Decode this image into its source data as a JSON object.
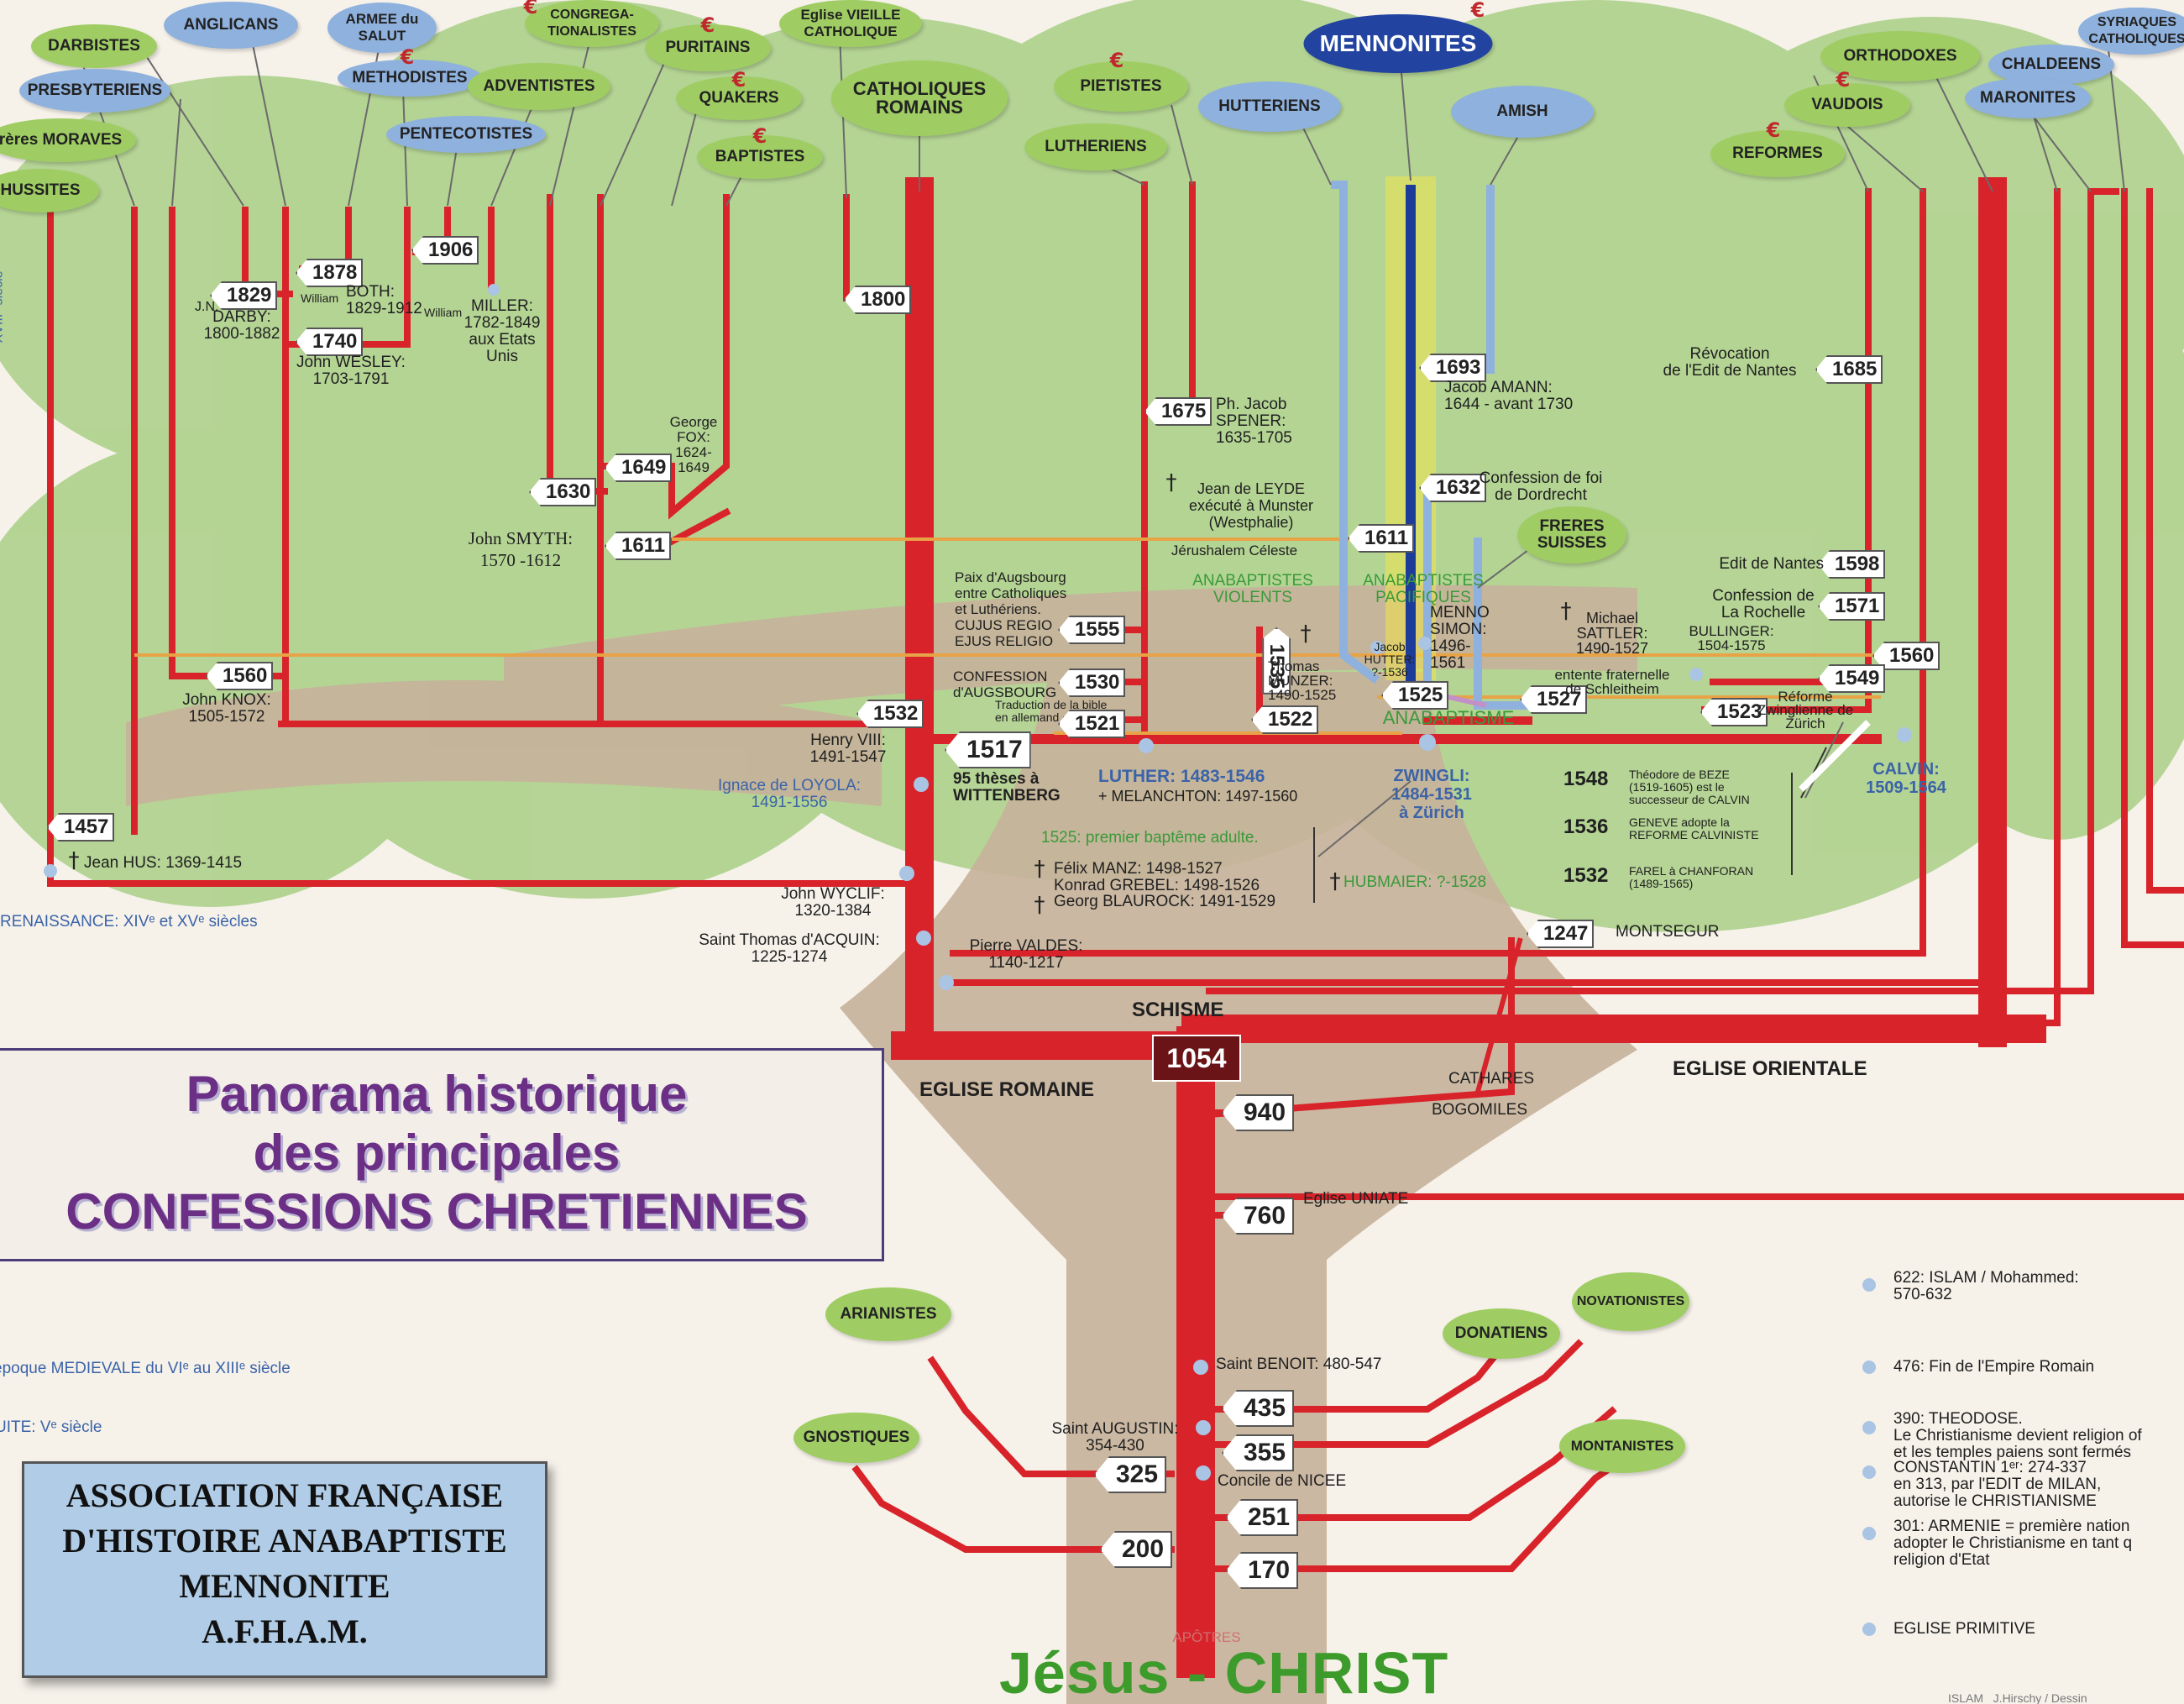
{
  "title": {
    "line1": "Panorama historique",
    "line2": "des principales",
    "line3": "CONFESSIONS CHRETIENNES"
  },
  "association": {
    "line1": "ASSOCIATION FRANÇAISE",
    "line2": "D'HISTOIRE ANABAPTISTE",
    "line3": "MENNONITE",
    "line4": "A.F.H.A.M."
  },
  "root": {
    "jesus": "Jésus - CHRIST",
    "apotres": "APÔTRES"
  },
  "colors": {
    "trunk_red": "#d8232a",
    "leaf_green": "#9fcd63",
    "bubble_blue": "#8fb1de",
    "mennonite_blue": "#2244a0",
    "title_purple": "#6b2f86"
  },
  "bubbles": [
    {
      "name": "darbistes",
      "text": "DARBISTES",
      "style": "g"
    },
    {
      "name": "anglicans",
      "text": "ANGLICANS",
      "style": "g"
    },
    {
      "name": "armee-du-salut",
      "text": "ARMEE du\nSALUT",
      "style": "b"
    },
    {
      "name": "congregationalistes",
      "text": "CONGREGA-\nTIONALISTES",
      "style": "g"
    },
    {
      "name": "puritains",
      "text": "PURITAINS",
      "style": "g"
    },
    {
      "name": "eglise-vieille-catholique",
      "text": "Eglise VIEILLE\nCATHOLIQUE",
      "style": "g"
    },
    {
      "name": "presbyteriens",
      "text": "PRESBYTERIENS",
      "style": "b"
    },
    {
      "name": "methodistes",
      "text": "METHODISTES",
      "style": "b"
    },
    {
      "name": "adventistes",
      "text": "ADVENTISTES",
      "style": "g"
    },
    {
      "name": "quakers",
      "text": "QUAKERS",
      "style": "g"
    },
    {
      "name": "catholiques-romains",
      "text": "CATHOLIQUES\nROMAINS",
      "style": "g"
    },
    {
      "name": "freres-moraves",
      "text": "rères MORAVES",
      "style": "g"
    },
    {
      "name": "pentecotistes",
      "text": "PENTECOTISTES",
      "style": "b"
    },
    {
      "name": "baptistes",
      "text": "BAPTISTES",
      "style": "g"
    },
    {
      "name": "hussites",
      "text": "HUSSITES",
      "style": "g"
    },
    {
      "name": "pietistes",
      "text": "PIETISTES",
      "style": "g"
    },
    {
      "name": "lutheriens",
      "text": "LUTHERIENS",
      "style": "g"
    },
    {
      "name": "hutteriens",
      "text": "HUTTERIENS",
      "style": "b"
    },
    {
      "name": "mennonites",
      "text": "MENNONITES",
      "style": "dk"
    },
    {
      "name": "amish",
      "text": "AMISH",
      "style": "b"
    },
    {
      "name": "orthodoxes",
      "text": "ORTHODOXES",
      "style": "g"
    },
    {
      "name": "vaudois",
      "text": "VAUDOIS",
      "style": "g"
    },
    {
      "name": "reformes",
      "text": "REFORMES",
      "style": "g"
    },
    {
      "name": "chaldeens",
      "text": "CHALDEENS",
      "style": "b"
    },
    {
      "name": "maronites",
      "text": "MARONITES",
      "style": "b"
    },
    {
      "name": "syriaques-catholiques",
      "text": "SYRIAQUES\nCATHOLIQUES",
      "style": "b"
    },
    {
      "name": "freres-suisses",
      "text": "FRERES\nSUISSES",
      "style": "g"
    },
    {
      "name": "arianistes",
      "text": "ARIANISTES",
      "style": "g"
    },
    {
      "name": "gnostiques",
      "text": "GNOSTIQUES",
      "style": "g"
    },
    {
      "name": "donatiens",
      "text": "DONATIENS",
      "style": "g"
    },
    {
      "name": "novationistes",
      "text": "NOVATIONISTES",
      "style": "g"
    },
    {
      "name": "montanistes",
      "text": "MONTANISTES",
      "style": "g"
    }
  ],
  "dates": {
    "d1878": "1878",
    "d1906": "1906",
    "d1829": "1829",
    "d1740": "1740",
    "d1800": "1800",
    "d1693": "1693",
    "d1685": "1685",
    "d1675": "1675",
    "d1632": "1632",
    "d1630": "1630",
    "d1649": "1649",
    "d1611a": "1611",
    "d1611b": "1611",
    "d1598": "1598",
    "d1571": "1571",
    "d1555": "1555",
    "d1535": "1535",
    "d1560a": "1560",
    "d1560b": "1560",
    "d1530": "1530",
    "d1525": "1525",
    "d1527": "1527",
    "d1549": "1549",
    "d1532": "1532",
    "d1522": "1522",
    "d1523": "1523",
    "d1521": "1521",
    "d1517": "1517",
    "d1457": "1457",
    "d1247": "1247",
    "d1054": "1054",
    "d940": "940",
    "d760": "760",
    "d435": "435",
    "d355": "355",
    "d325": "325",
    "d251": "251",
    "d200": "200",
    "d170": "170"
  },
  "labels": {
    "darby_top": "J.N.",
    "darby": "DARBY:\n1800-1882",
    "both_small": "William",
    "both": "BOTH:\n1829-1912",
    "miller_small": "William",
    "miller": "MILLER:\n1782-1849\naux Etats\nUnis",
    "wesley": "John WESLEY:\n1703-1791",
    "fox": "George\nFOX:\n1624-\n1649",
    "smyth": "John SMYTH:\n1570 -1612",
    "knox": "John KNOX:\n1505-1572",
    "hus": "Jean HUS: 1369-1415",
    "renaissance": "RENAISSANCE: XIVᵉ et XVᵉ siècles",
    "modernes": "MODERNES:\nXVIIIᵉ siècle",
    "henry": "Henry VIII:\n1491-1547",
    "loyola": "Ignace de LOYOLA:\n1491-1556",
    "wyclif": "John WYCLIF:\n1320-1384",
    "acquin": "Saint Thomas d'ACQUIN:\n1225-1274",
    "valdes": "Pierre VALDES:\n1140-1217",
    "these": "95 thèses à\nWITTENBERG",
    "augsbourg_paix": "Paix d'Augsbourg\nentre Catholiques\net Luthériens.\nCUJUS REGIO\nEJUS RELIGIO",
    "augsbourg_conf": "CONFESSION\nd'AUGSBOURG",
    "traduction": "Traduction de la bible\nen allemand",
    "luther": "LUTHER: 1483-1546",
    "melanchton": "+ MELANCHTON: 1497-1560",
    "spener": "Ph. Jacob\nSPENER:\n1635-1705",
    "leyde": "Jean de LEYDE\nexécuté à Munster\n(Westphalie)",
    "jerusalem": "Jérushalem Céleste",
    "violents": "ANABAPTISTES\nVIOLENTS",
    "pacifiques": "ANABAPTISTES\nPACIFIQUES",
    "munzer": "Thomas\nMUNZER:\n1490-1525",
    "hutter": "Jacob\nHUTTER:\n?-1536",
    "menno": "MENNO\nSIMON:\n1496-\n1561",
    "amann": "Jacob AMANN:\n1644 - avant 1730",
    "dordrecht": "Confession de foi\nde Dordrecht",
    "revocation": "Révocation\nde l'Edit de Nantes",
    "nantes": "Edit de Nantes",
    "rochelle": "Confession de\nLa Rochelle",
    "sattler": "Michael\nSATTLER:\n1490-1527",
    "bullinger": "BULLINGER:\n1504-1575",
    "schleitheim": "entente fraternelle\nde Schleitheim",
    "reforme_zw": "Réforme\nZwinglienne de\nZürich",
    "anabaptisme": "ANABAPTISME",
    "zwingli": "ZWINGLI:\n1484-1531\nà Zürich",
    "calvin": "CALVIN:\n1509-1564",
    "y1548": "1548",
    "beze": "Théodore de BEZE\n(1519-1605) est le\nsuccesseur de CALVIN",
    "y1536": "1536",
    "geneve": "GENEVE adopte la\nREFORME CALVINISTE",
    "y1532": "1532",
    "farel": "FAREL à CHANFORAN\n(1489-1565)",
    "bapteme": "1525: premier baptême adulte.",
    "manz": "Félix MANZ: 1498-1527",
    "grebel": "Konrad GREBEL: 1498-1526",
    "blaurock": "Georg BLAUROCK: 1491-1529",
    "hubmaier": "HUBMAIER: ?-1528",
    "montsegur": "MONTSEGUR",
    "schisme": "SCHISME",
    "eglise_romaine": "EGLISE ROMAINE",
    "eglise_orientale": "EGLISE ORIENTALE",
    "cathares": "CATHARES",
    "bogomiles": "BOGOMILES",
    "uniate": "Eglise UNIATE",
    "benoit": "Saint BENOIT: 480-547",
    "augustin": "Saint AUGUSTIN:\n354-430",
    "nicee": "Concile de NICEE",
    "medievale": "époque MEDIEVALE du VIᵉ au XIIIᵉ siècle",
    "antiquite": "Fin de l'ANTIQUITE: Vᵉ siècle",
    "islam": "622: ISLAM / Mohammed:\n570-632",
    "empire": "476: Fin de l'Empire Romain",
    "theodose": "390: THEODOSE.\nLe Christianisme devient religion of\net les temples paiens sont fermés",
    "constantin": "CONSTANTIN 1ᵉʳ: 274-337\nen 313, par l'EDIT de MILAN,\nautorise le CHRISTIANISME",
    "armenie": "301: ARMENIE = première nation\nadopter le Christianisme en tant q\nreligion d'Etat",
    "primitive": "EGLISE PRIMITIVE",
    "footer": "ISLAM   J.Hirschy / Dessin"
  }
}
